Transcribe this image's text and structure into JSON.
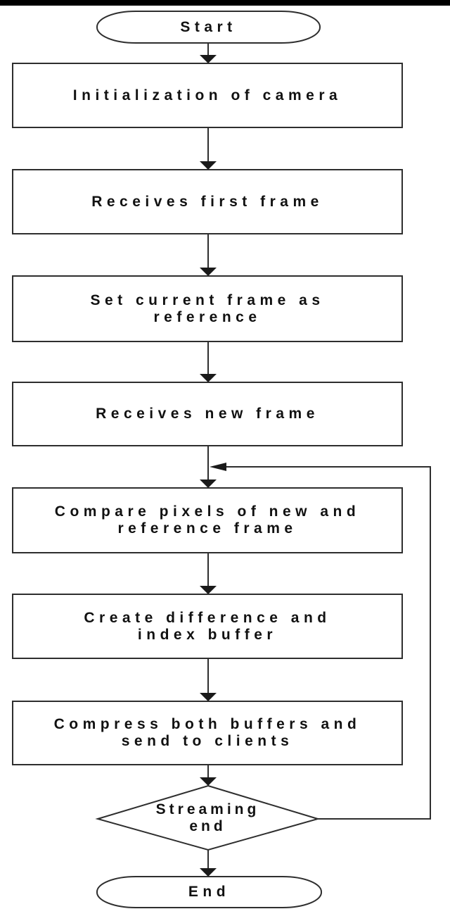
{
  "diagram": {
    "type": "flowchart",
    "colors": {
      "background": "#ffffff",
      "stroke": "#2e2e2e",
      "text": "#111111",
      "top_bar": "#000000"
    },
    "nodes": [
      {
        "id": "start",
        "shape": "terminator",
        "label": "Start"
      },
      {
        "id": "init_camera",
        "shape": "process",
        "label": "Initialization of camera"
      },
      {
        "id": "receive_first",
        "shape": "process",
        "label": "Receives first frame"
      },
      {
        "id": "set_reference",
        "shape": "process",
        "label": "Set current frame as\nreference"
      },
      {
        "id": "receive_new",
        "shape": "process",
        "label": "Receives new frame"
      },
      {
        "id": "compare_pixels",
        "shape": "process",
        "label": "Compare pixels of new and\nreference frame"
      },
      {
        "id": "create_buffers",
        "shape": "process",
        "label": "Create difference and\nindex buffer"
      },
      {
        "id": "compress_send",
        "shape": "process",
        "label": "Compress both buffers and\nsend to clients"
      },
      {
        "id": "streaming_end",
        "shape": "decision",
        "label": "Streaming\nend"
      },
      {
        "id": "end",
        "shape": "terminator",
        "label": "End"
      }
    ],
    "edges": [
      {
        "from": "start",
        "to": "init_camera"
      },
      {
        "from": "init_camera",
        "to": "receive_first"
      },
      {
        "from": "receive_first",
        "to": "set_reference"
      },
      {
        "from": "set_reference",
        "to": "receive_new"
      },
      {
        "from": "receive_new",
        "to": "compare_pixels"
      },
      {
        "from": "compare_pixels",
        "to": "create_buffers"
      },
      {
        "from": "create_buffers",
        "to": "compress_send"
      },
      {
        "from": "compress_send",
        "to": "streaming_end"
      },
      {
        "from": "streaming_end",
        "to": "end"
      },
      {
        "from": "streaming_end",
        "to": "compare_pixels",
        "note": "loop back via right side"
      }
    ]
  }
}
